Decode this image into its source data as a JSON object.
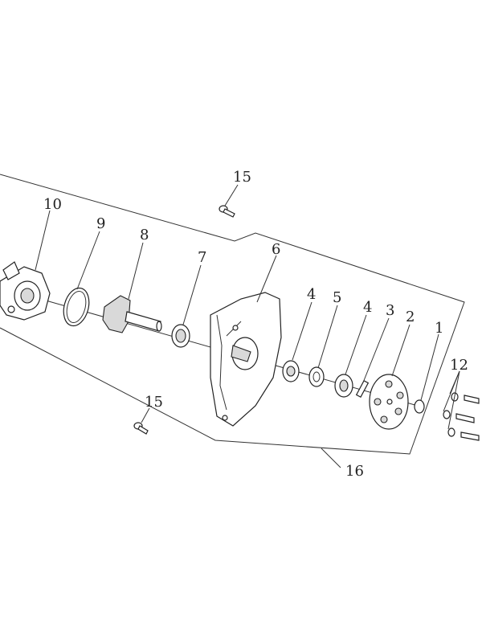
{
  "diagram": {
    "labels": {
      "l1": "1",
      "l2": "2",
      "l3": "3",
      "l4a": "4",
      "l5": "5",
      "l4b": "4",
      "l6": "6",
      "l7": "7",
      "l8": "8",
      "l9": "9",
      "l10": "10",
      "l12": "12",
      "l15a": "15",
      "l15b": "15",
      "l16": "16"
    }
  }
}
